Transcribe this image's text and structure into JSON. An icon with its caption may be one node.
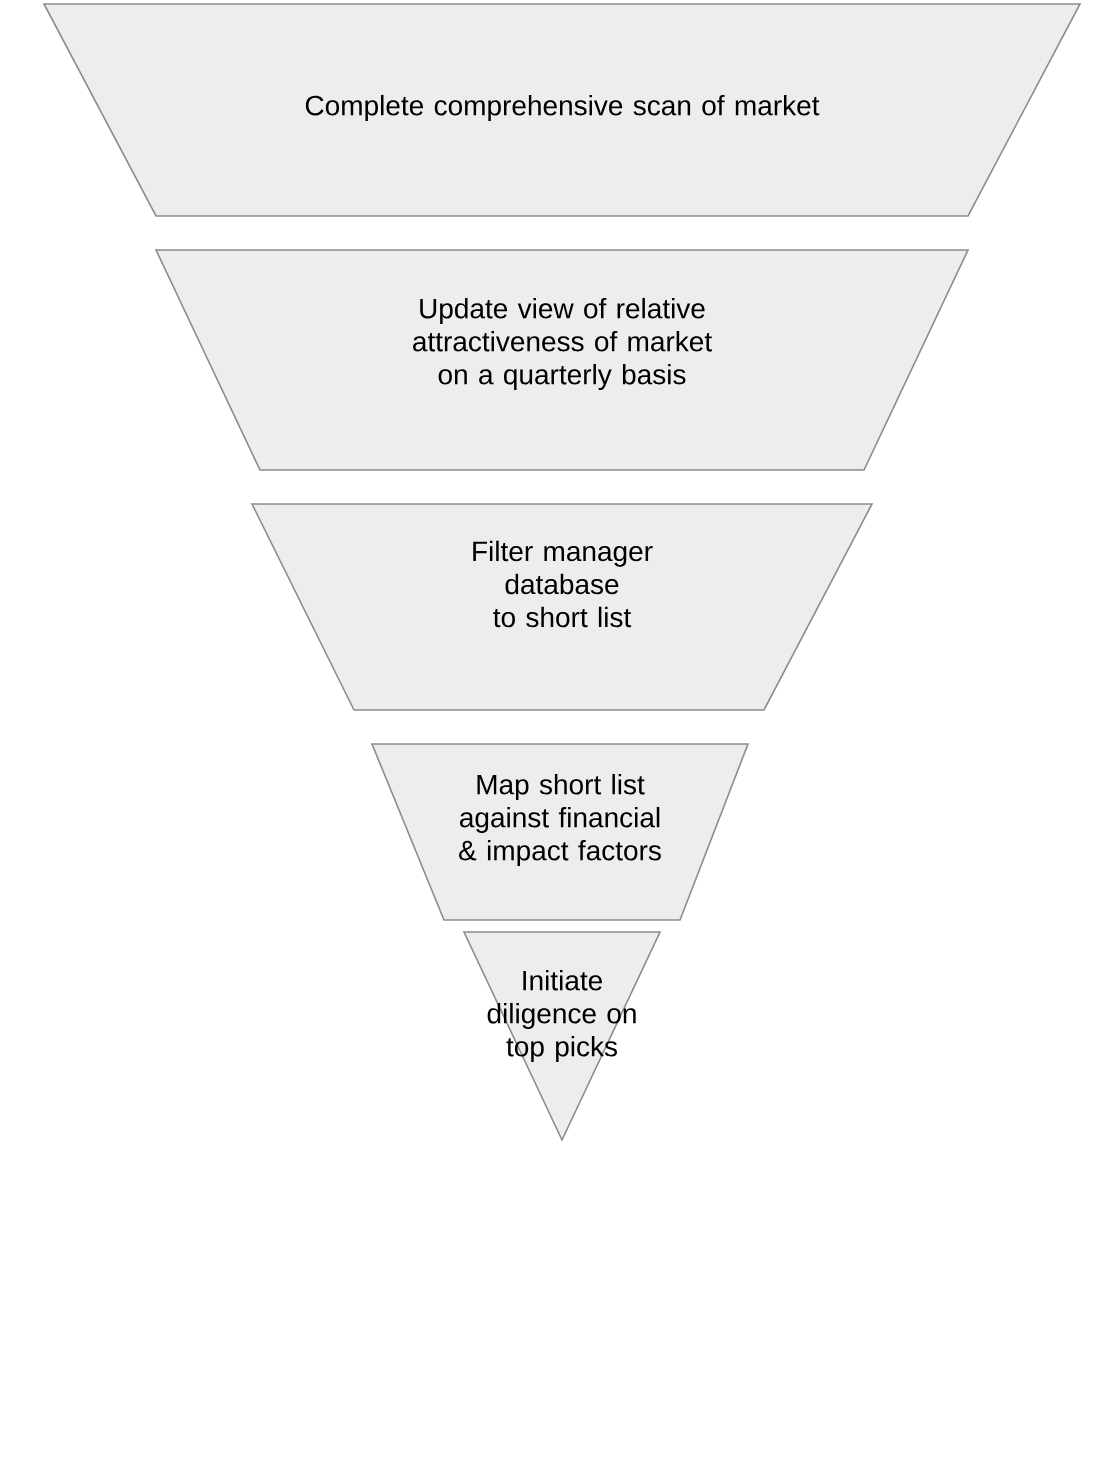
{
  "diagram": {
    "nodes": [
      {
        "text": [
          "Complete comprehensive scan of market"
        ]
      },
      {
        "text": [
          "Update view of relative attractiveness of market on a quarterly basis"
        ]
      },
      {
        "text": [
          "Filter manager database to short list"
        ]
      },
      {
        "text": [
          "Map short list against financial & impact factors"
        ]
      },
      {
        "text": [
          "Initiate diligence on top picks"
        ]
      }
    ]
  }
}
